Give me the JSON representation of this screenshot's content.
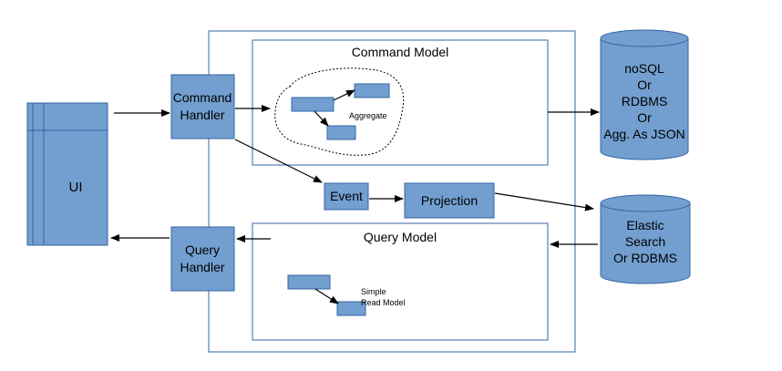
{
  "colors": {
    "box_fill": "#729fcf",
    "box_stroke": "#3465a4",
    "arrow": "#000000",
    "background": "#ffffff"
  },
  "ui": {
    "label": "UI"
  },
  "command_handler": {
    "line1": "Command",
    "line2": "Handler"
  },
  "query_handler": {
    "line1": "Query",
    "line2": "Handler"
  },
  "command_model": {
    "title": "Command Model",
    "aggregate_label": "Aggregate"
  },
  "query_model": {
    "title": "Query Model",
    "read_model_line1": "Simple",
    "read_model_line2": "Read Model"
  },
  "event": {
    "label": "Event"
  },
  "projection": {
    "label": "Projection"
  },
  "write_store": {
    "line1": "noSQL",
    "line2": "Or",
    "line3": "RDBMS",
    "line4": "Or",
    "line5": "Agg. As JSON"
  },
  "read_store": {
    "line1": "Elastic",
    "line2": "Search",
    "line3": "Or RDBMS"
  }
}
